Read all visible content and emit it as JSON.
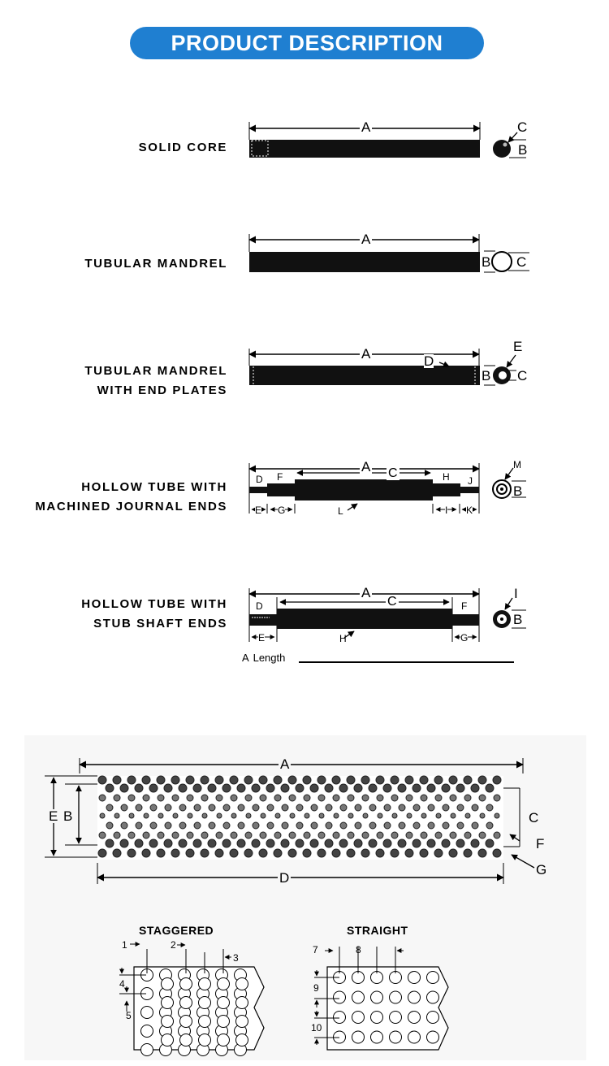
{
  "header": {
    "title": "PRODUCT DESCRIPTION"
  },
  "products": [
    {
      "line1": "SOLID CORE",
      "line2": ""
    },
    {
      "line1": "TUBULAR MANDREL",
      "line2": ""
    },
    {
      "line1": "TUBULAR MANDREL",
      "line2": "WITH END PLATES"
    },
    {
      "line1": "HOLLOW TUBE WITH",
      "line2": "MACHINED JOURNAL ENDS"
    },
    {
      "line1": "HOLLOW TUBE WITH",
      "line2": "STUB SHAFT ENDS"
    }
  ],
  "letters": {
    "A": "A",
    "B": "B",
    "C": "C",
    "D": "D",
    "E": "E",
    "F": "F",
    "G": "G",
    "H": "H",
    "I": "I",
    "J": "J",
    "K": "K",
    "L": "L",
    "M": "M"
  },
  "length_field": {
    "prefix": "A",
    "label": "Length"
  },
  "roller_dims": {
    "A": "A",
    "B": "B",
    "C": "C",
    "D": "D",
    "E": "E",
    "F": "F",
    "G": "G"
  },
  "patterns": {
    "staggered": {
      "title": "STAGGERED",
      "dims": [
        "1",
        "2",
        "3",
        "4",
        "5"
      ]
    },
    "straight": {
      "title": "STRAIGHT",
      "dims": [
        "7",
        "8",
        "9",
        "10"
      ]
    }
  }
}
